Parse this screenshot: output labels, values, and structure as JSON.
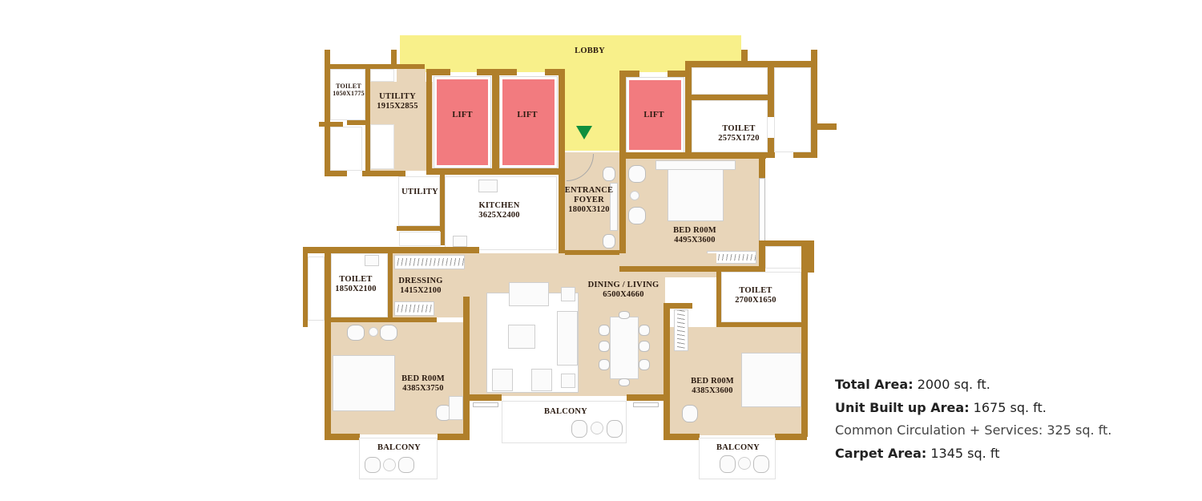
{
  "plan": {
    "title": "Apartment Floor Plan",
    "colors": {
      "wall": "#b07f2a",
      "room_floor": "#e8d5b9",
      "lobby": "#f8f08a",
      "lift": "#f27b7f",
      "entry_arrow": "#0f8f3d"
    },
    "rooms": {
      "lobby": {
        "name": "LOBBY"
      },
      "lift_1": {
        "name": "LIFT"
      },
      "lift_2": {
        "name": "LIFT"
      },
      "lift_3": {
        "name": "LIFT"
      },
      "toilet_service": {
        "name": "TOILET",
        "dims": "1050X1775"
      },
      "utility_main": {
        "name": "UTILITY",
        "dims": "1915X2855"
      },
      "utility_small": {
        "name": "UTILITY"
      },
      "kitchen": {
        "name": "KITCHEN",
        "dims": "3625X2400"
      },
      "entrance_foyer": {
        "name": "ENTRANCE",
        "name2": "FOYER",
        "dims": "1800X3120"
      },
      "toilet_top_right": {
        "name": "TOILET",
        "dims": "2575X1720"
      },
      "bedroom_top_right": {
        "name": "BED R00M",
        "dims": "4495X3600"
      },
      "toilet_left": {
        "name": "TOILET",
        "dims": "1850X2100"
      },
      "dressing": {
        "name": "DRESSING",
        "dims": "1415X2100"
      },
      "dining_living": {
        "name": "DINING / LIVING",
        "dims": "6500X4660"
      },
      "toilet_right": {
        "name": "TOILET",
        "dims": "2700X1650"
      },
      "bedroom_left": {
        "name": "BED R00M",
        "dims": "4385X3750"
      },
      "bedroom_right": {
        "name": "BED R00M",
        "dims": "4385X3600"
      },
      "balcony_left": {
        "name": "BALCONY"
      },
      "balcony_center": {
        "name": "BALCONY"
      },
      "balcony_right": {
        "name": "BALCONY"
      }
    },
    "entry_icon": "entry-arrow-down"
  },
  "areas": [
    {
      "label": "Total Area:",
      "value": " 2000 sq. ft."
    },
    {
      "label": "Unit Built up Area:",
      "value": " 1675 sq. ft."
    },
    {
      "label": "",
      "value": "Common Circulation + Services: 325 sq. ft."
    },
    {
      "label": "Carpet Area:",
      "value": " 1345 sq. ft"
    }
  ]
}
